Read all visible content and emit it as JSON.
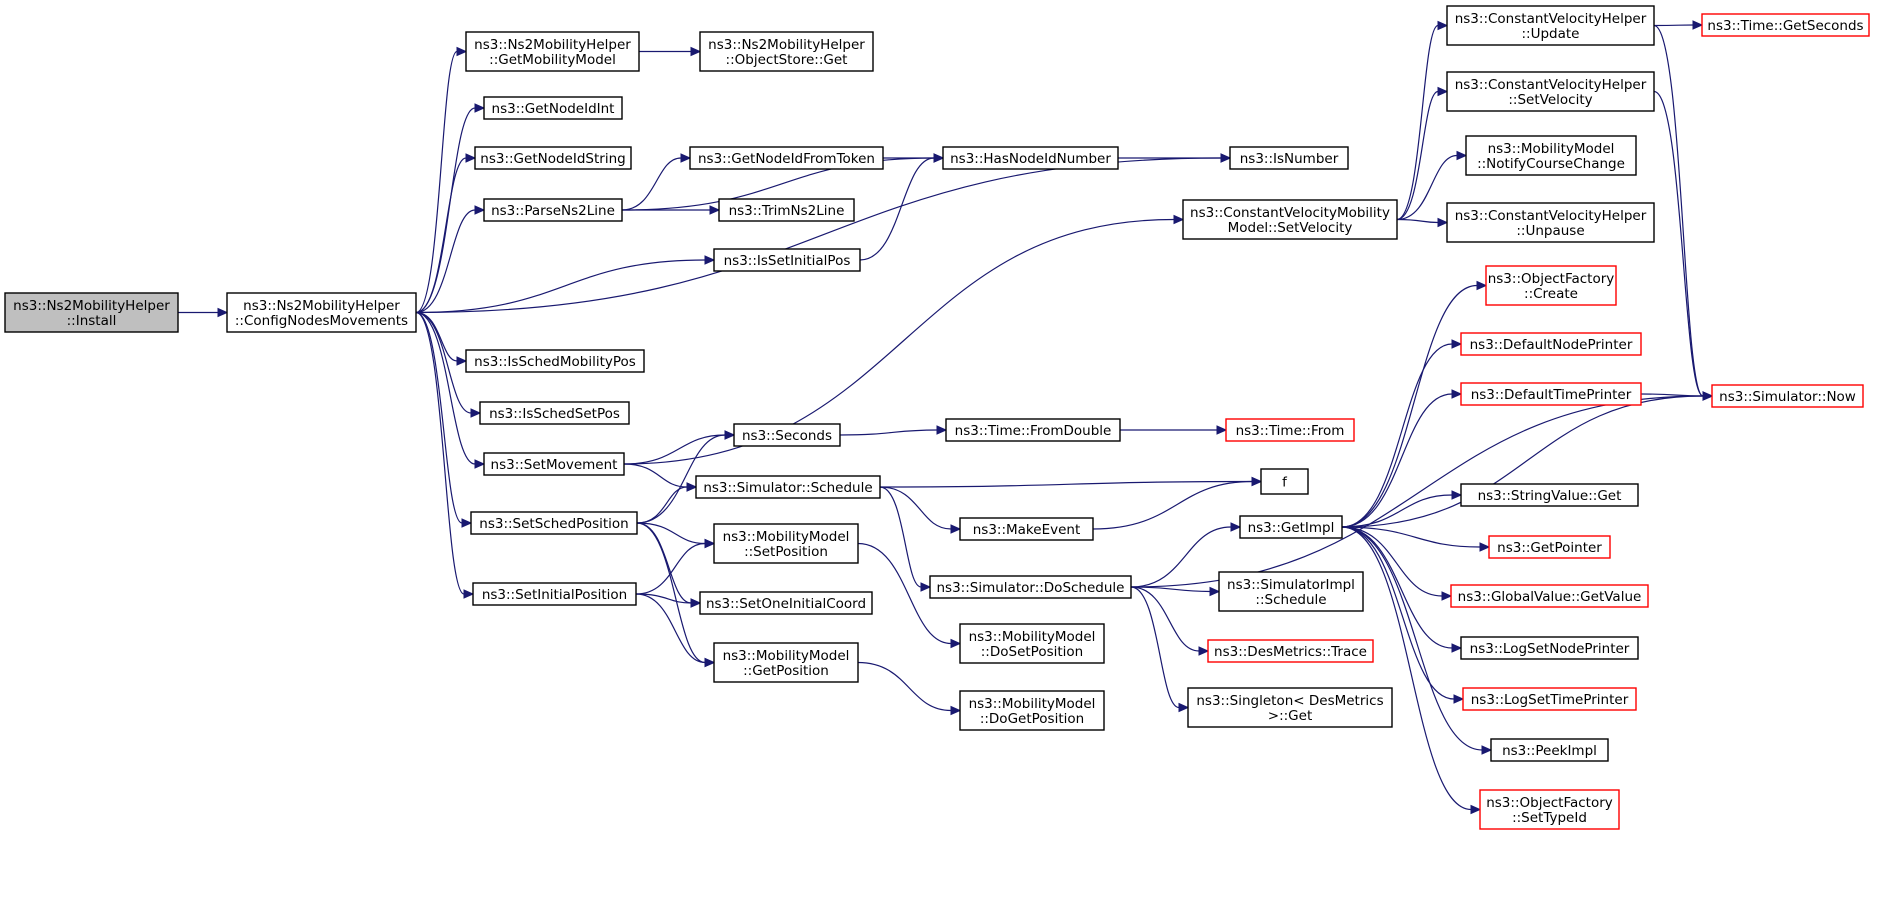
{
  "colors": {
    "edge": "#191970",
    "node_border": "#000000",
    "external_border": "#ff0000",
    "root_fill": "#bfbfbf",
    "node_fill": "#ffffff"
  },
  "nodes": [
    {
      "id": "install",
      "lines": [
        "ns3::Ns2MobilityHelper",
        "::Install"
      ],
      "style": "root"
    },
    {
      "id": "config",
      "lines": [
        "ns3::Ns2MobilityHelper",
        "::ConfigNodesMovements"
      ],
      "style": "normal"
    },
    {
      "id": "getmob",
      "lines": [
        "ns3::Ns2MobilityHelper",
        "::GetMobilityModel"
      ],
      "style": "normal"
    },
    {
      "id": "objstore",
      "lines": [
        "ns3::Ns2MobilityHelper",
        "::ObjectStore::Get"
      ],
      "style": "normal"
    },
    {
      "id": "getnodeidint",
      "lines": [
        "ns3::GetNodeIdInt"
      ],
      "style": "normal"
    },
    {
      "id": "getnodeidstring",
      "lines": [
        "ns3::GetNodeIdString"
      ],
      "style": "normal"
    },
    {
      "id": "parse",
      "lines": [
        "ns3::ParseNs2Line"
      ],
      "style": "normal"
    },
    {
      "id": "getnodeidfromtoken",
      "lines": [
        "ns3::GetNodeIdFromToken"
      ],
      "style": "normal"
    },
    {
      "id": "hasnodeid",
      "lines": [
        "ns3::HasNodeIdNumber"
      ],
      "style": "normal"
    },
    {
      "id": "isnumber",
      "lines": [
        "ns3::IsNumber"
      ],
      "style": "normal"
    },
    {
      "id": "trim",
      "lines": [
        "ns3::TrimNs2Line"
      ],
      "style": "normal"
    },
    {
      "id": "issetinitialpos",
      "lines": [
        "ns3::IsSetInitialPos"
      ],
      "style": "normal"
    },
    {
      "id": "isschedmob",
      "lines": [
        "ns3::IsSchedMobilityPos"
      ],
      "style": "normal"
    },
    {
      "id": "isschedset",
      "lines": [
        "ns3::IsSchedSetPos"
      ],
      "style": "normal"
    },
    {
      "id": "setmovement",
      "lines": [
        "ns3::SetMovement"
      ],
      "style": "normal"
    },
    {
      "id": "setsched",
      "lines": [
        "ns3::SetSchedPosition"
      ],
      "style": "normal"
    },
    {
      "id": "setinitial",
      "lines": [
        "ns3::SetInitialPosition"
      ],
      "style": "normal"
    },
    {
      "id": "seconds",
      "lines": [
        "ns3::Seconds"
      ],
      "style": "normal"
    },
    {
      "id": "fromdouble",
      "lines": [
        "ns3::Time::FromDouble"
      ],
      "style": "normal"
    },
    {
      "id": "timefrom",
      "lines": [
        "ns3::Time::From"
      ],
      "style": "external"
    },
    {
      "id": "schedule",
      "lines": [
        "ns3::Simulator::Schedule"
      ],
      "style": "normal"
    },
    {
      "id": "f",
      "lines": [
        "f"
      ],
      "style": "normal"
    },
    {
      "id": "makeevent",
      "lines": [
        "ns3::MakeEvent"
      ],
      "style": "normal"
    },
    {
      "id": "mmsetpos",
      "lines": [
        "ns3::MobilityModel",
        "::SetPosition"
      ],
      "style": "normal"
    },
    {
      "id": "setoneinitial",
      "lines": [
        "ns3::SetOneInitialCoord"
      ],
      "style": "normal"
    },
    {
      "id": "mmgetpos",
      "lines": [
        "ns3::MobilityModel",
        "::GetPosition"
      ],
      "style": "normal"
    },
    {
      "id": "doschedule",
      "lines": [
        "ns3::Simulator::DoSchedule"
      ],
      "style": "normal"
    },
    {
      "id": "dosetpos",
      "lines": [
        "ns3::MobilityModel",
        "::DoSetPosition"
      ],
      "style": "normal"
    },
    {
      "id": "dogetpos",
      "lines": [
        "ns3::MobilityModel",
        "::DoGetPosition"
      ],
      "style": "normal"
    },
    {
      "id": "cvmsetvel",
      "lines": [
        "ns3::ConstantVelocityMobility",
        "Model::SetVelocity"
      ],
      "style": "normal"
    },
    {
      "id": "cvhupdate",
      "lines": [
        "ns3::ConstantVelocityHelper",
        "::Update"
      ],
      "style": "normal"
    },
    {
      "id": "getseconds",
      "lines": [
        "ns3::Time::GetSeconds"
      ],
      "style": "external"
    },
    {
      "id": "cvhsetvel",
      "lines": [
        "ns3::ConstantVelocityHelper",
        "::SetVelocity"
      ],
      "style": "normal"
    },
    {
      "id": "notify",
      "lines": [
        "ns3::MobilityModel",
        "::NotifyCourseChange"
      ],
      "style": "normal"
    },
    {
      "id": "unpause",
      "lines": [
        "ns3::ConstantVelocityHelper",
        "::Unpause"
      ],
      "style": "normal"
    },
    {
      "id": "simnow",
      "lines": [
        "ns3::Simulator::Now"
      ],
      "style": "external"
    },
    {
      "id": "getimpl",
      "lines": [
        "ns3::GetImpl"
      ],
      "style": "normal"
    },
    {
      "id": "simimplsched",
      "lines": [
        "ns3::SimulatorImpl",
        "::Schedule"
      ],
      "style": "normal"
    },
    {
      "id": "desmetrics",
      "lines": [
        "ns3::DesMetrics::Trace"
      ],
      "style": "external"
    },
    {
      "id": "singleton",
      "lines": [
        "ns3::Singleton< DesMetrics",
        ">::Get"
      ],
      "style": "normal"
    },
    {
      "id": "objfactcreate",
      "lines": [
        "ns3::ObjectFactory",
        "::Create"
      ],
      "style": "external"
    },
    {
      "id": "defnodeprinter",
      "lines": [
        "ns3::DefaultNodePrinter"
      ],
      "style": "external"
    },
    {
      "id": "deftimeprinter",
      "lines": [
        "ns3::DefaultTimePrinter"
      ],
      "style": "external"
    },
    {
      "id": "stringvalue",
      "lines": [
        "ns3::StringValue::Get"
      ],
      "style": "normal"
    },
    {
      "id": "getpointer",
      "lines": [
        "ns3::GetPointer"
      ],
      "style": "external"
    },
    {
      "id": "globalvalue",
      "lines": [
        "ns3::GlobalValue::GetValue"
      ],
      "style": "external"
    },
    {
      "id": "lognodeprinter",
      "lines": [
        "ns3::LogSetNodePrinter"
      ],
      "style": "normal"
    },
    {
      "id": "logtimeprinter",
      "lines": [
        "ns3::LogSetTimePrinter"
      ],
      "style": "external"
    },
    {
      "id": "peekimpl",
      "lines": [
        "ns3::PeekImpl"
      ],
      "style": "normal"
    },
    {
      "id": "objfactsettype",
      "lines": [
        "ns3::ObjectFactory",
        "::SetTypeId"
      ],
      "style": "external"
    }
  ],
  "edges": [
    [
      "install",
      "config"
    ],
    [
      "config",
      "getmob"
    ],
    [
      "config",
      "getnodeidint"
    ],
    [
      "config",
      "getnodeidstring"
    ],
    [
      "config",
      "parse"
    ],
    [
      "config",
      "issetinitialpos"
    ],
    [
      "config",
      "isnumber"
    ],
    [
      "config",
      "isschedmob"
    ],
    [
      "config",
      "isschedset"
    ],
    [
      "config",
      "setmovement"
    ],
    [
      "config",
      "setsched"
    ],
    [
      "config",
      "setinitial"
    ],
    [
      "getmob",
      "objstore"
    ],
    [
      "parse",
      "hasnodeid"
    ],
    [
      "parse",
      "getnodeidfromtoken"
    ],
    [
      "parse",
      "trim"
    ],
    [
      "getnodeidfromtoken",
      "hasnodeid"
    ],
    [
      "hasnodeid",
      "isnumber"
    ],
    [
      "issetinitialpos",
      "hasnodeid"
    ],
    [
      "setmovement",
      "cvmsetvel"
    ],
    [
      "setmovement",
      "seconds"
    ],
    [
      "setmovement",
      "schedule"
    ],
    [
      "setsched",
      "seconds"
    ],
    [
      "setsched",
      "schedule"
    ],
    [
      "setsched",
      "mmsetpos"
    ],
    [
      "setsched",
      "setoneinitial"
    ],
    [
      "setsched",
      "mmgetpos"
    ],
    [
      "setinitial",
      "mmsetpos"
    ],
    [
      "setinitial",
      "setoneinitial"
    ],
    [
      "setinitial",
      "mmgetpos"
    ],
    [
      "seconds",
      "fromdouble"
    ],
    [
      "fromdouble",
      "timefrom"
    ],
    [
      "schedule",
      "f"
    ],
    [
      "schedule",
      "makeevent"
    ],
    [
      "schedule",
      "doschedule"
    ],
    [
      "makeevent",
      "f"
    ],
    [
      "mmsetpos",
      "dosetpos"
    ],
    [
      "mmgetpos",
      "dogetpos"
    ],
    [
      "doschedule",
      "getimpl"
    ],
    [
      "doschedule",
      "simimplsched"
    ],
    [
      "doschedule",
      "desmetrics"
    ],
    [
      "doschedule",
      "singleton"
    ],
    [
      "doschedule",
      "simnow"
    ],
    [
      "cvmsetvel",
      "cvhupdate"
    ],
    [
      "cvmsetvel",
      "cvhsetvel"
    ],
    [
      "cvmsetvel",
      "notify"
    ],
    [
      "cvmsetvel",
      "unpause"
    ],
    [
      "cvhupdate",
      "getseconds"
    ],
    [
      "cvhupdate",
      "simnow"
    ],
    [
      "cvhsetvel",
      "simnow"
    ],
    [
      "getimpl",
      "objfactcreate"
    ],
    [
      "getimpl",
      "defnodeprinter"
    ],
    [
      "getimpl",
      "deftimeprinter"
    ],
    [
      "getimpl",
      "simnow"
    ],
    [
      "getimpl",
      "stringvalue"
    ],
    [
      "getimpl",
      "getpointer"
    ],
    [
      "getimpl",
      "globalvalue"
    ],
    [
      "getimpl",
      "lognodeprinter"
    ],
    [
      "getimpl",
      "logtimeprinter"
    ],
    [
      "getimpl",
      "peekimpl"
    ],
    [
      "getimpl",
      "objfactsettype"
    ],
    [
      "deftimeprinter",
      "simnow"
    ]
  ]
}
